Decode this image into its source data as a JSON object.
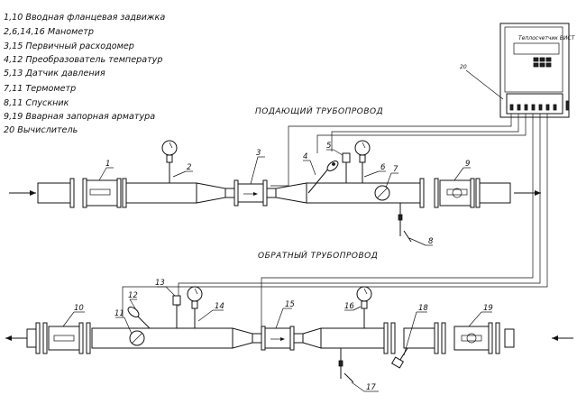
{
  "legend": [
    "1,10 Вводная фланцевая задвижка",
    "2,6,14,16 Манометр",
    "3,15 Первичный расходомер",
    "4,12 Преобразователь температур",
    "5,13 Датчик давления",
    "7,11 Термометр",
    "8,11 Спускник",
    "9,19 Вварная запорная арматура",
    "20 Вычислитель"
  ],
  "sections": {
    "supply": "ПОДАЮЩИЙ ТРУБОПРОВОД",
    "return": "ОБРАТНЫЙ ТРУБОПРОВОД"
  },
  "calculator": {
    "label": "Теплосчетчик ВИСТ",
    "callout": "20"
  },
  "callouts_top": [
    "1",
    "2",
    "3",
    "4",
    "5",
    "6",
    "7",
    "8",
    "9"
  ],
  "callouts_bottom": [
    "10",
    "11",
    "12",
    "13",
    "14",
    "15",
    "16",
    "17",
    "18",
    "19"
  ]
}
